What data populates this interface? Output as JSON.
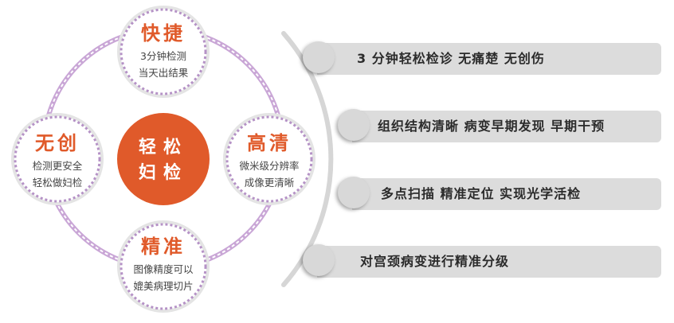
{
  "wheel": {
    "center": {
      "line1": "轻松",
      "line2": "妇检"
    },
    "nodes": {
      "top": {
        "title": "快捷",
        "line1": "3分钟检测",
        "line2": "当天出结果"
      },
      "left": {
        "title": "无创",
        "line1": "检测更安全",
        "line2": "轻松做妇检"
      },
      "right": {
        "title": "高清",
        "line1": "微米级分辨率",
        "line2": "成像更清晰"
      },
      "bottom": {
        "title": "精准",
        "line1": "图像精度可以",
        "line2": "媲美病理切片"
      }
    }
  },
  "features": [
    {
      "text": "3 分钟轻松检诊   无痛楚   无创伤"
    },
    {
      "text": "组织结构清晰  病变早期发现  早期干预"
    },
    {
      "text": "多点扫描  精准定位  实现光学活检"
    },
    {
      "text": "对宫颈病变进行精准分级"
    }
  ],
  "colors": {
    "accent": "#e05a2a",
    "ring": "#c9a6d6",
    "bar": "#dcdcdc",
    "knob": "#d8d8d8",
    "arc": "#d6d6d6"
  }
}
